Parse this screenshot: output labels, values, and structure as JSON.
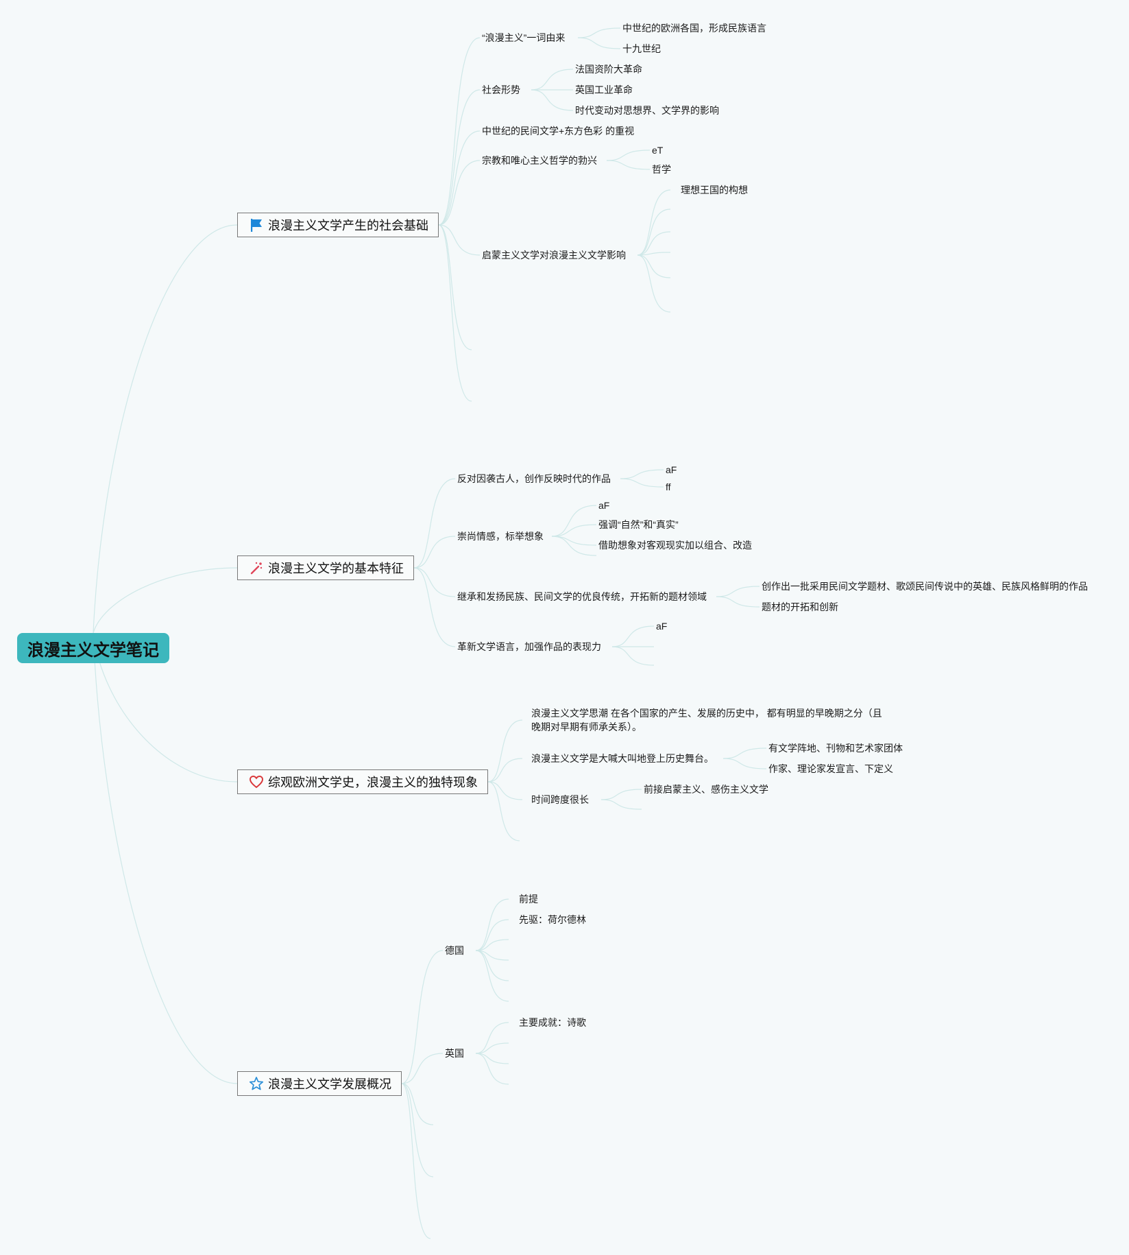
{
  "root": {
    "label": "浪漫主义文学笔记"
  },
  "branches": [
    {
      "label": "浪漫主义文学产生的社会基础",
      "icon": "flag-icon",
      "children": [
        {
          "label": "“浪漫主义”一词由来",
          "children": [
            "中世纪的欧洲各国，形成民族语言",
            "十九世纪"
          ]
        },
        {
          "label": "社会形势",
          "children": [
            "法国资阶大革命",
            "英国工业革命",
            "时代变动对思想界、文学界的影响"
          ]
        },
        {
          "label": "中世纪的民间文学+东方色彩 的重视",
          "children": []
        },
        {
          "label": "宗教和唯心主义哲学的勃兴",
          "children": [
            "eT",
            "哲学"
          ]
        },
        {
          "label": "启蒙主义文学对浪漫主义文学影响",
          "children": [
            "理想王国的构想"
          ]
        }
      ]
    },
    {
      "label": "浪漫主义文学的基本特征",
      "icon": "magic-wand-icon",
      "children": [
        {
          "label": "反对因袭古人，创作反映时代的作品",
          "children": [
            "aF",
            "ff"
          ]
        },
        {
          "label": "崇尚情感，标举想象",
          "children": [
            "aF",
            "强调“自然”和“真实”",
            "借助想象对客观现实加以组合、改造"
          ]
        },
        {
          "label": "继承和发扬民族、民间文学的优良传统，开拓新的题材领域",
          "children": [
            "创作出一批采用民间文学题材、歌颂民间传说中的英雄、民族风格鲜明的作品",
            "题材的开拓和创新"
          ]
        },
        {
          "label": "革新文学语言，加强作品的表现力",
          "children": [
            "aF"
          ]
        }
      ]
    },
    {
      "label": "综观欧洲文学史，浪漫主义的独特现象",
      "icon": "heart-icon",
      "children": [
        {
          "label": "浪漫主义文学思潮 在各个国家的产生、发展的历史中， 都有明显的早晚期之分（且晚期对早期有师承关系）。",
          "children": []
        },
        {
          "label": "浪漫主义文学是大喊大叫地登上历史舞台。",
          "children": [
            "有文学阵地、刊物和艺术家团体",
            "作家、理论家发宣言、下定义"
          ]
        },
        {
          "label": "时间跨度很长",
          "children": [
            "前接启蒙主义、感伤主义文学"
          ]
        }
      ]
    },
    {
      "label": "浪漫主义文学发展概况",
      "icon": "star-icon",
      "children": [
        {
          "label": "德国",
          "children": [
            "前提",
            "先驱：荷尔德林"
          ]
        },
        {
          "label": "英国",
          "children": [
            "主要成就：诗歌"
          ]
        }
      ]
    }
  ],
  "colors": {
    "root_fill": "#3db7bd",
    "link": "#cfe8e8",
    "flag": "#1e88d9",
    "wand": "#e0455a",
    "heart": "#d9383a",
    "star": "#2a8fd8"
  }
}
